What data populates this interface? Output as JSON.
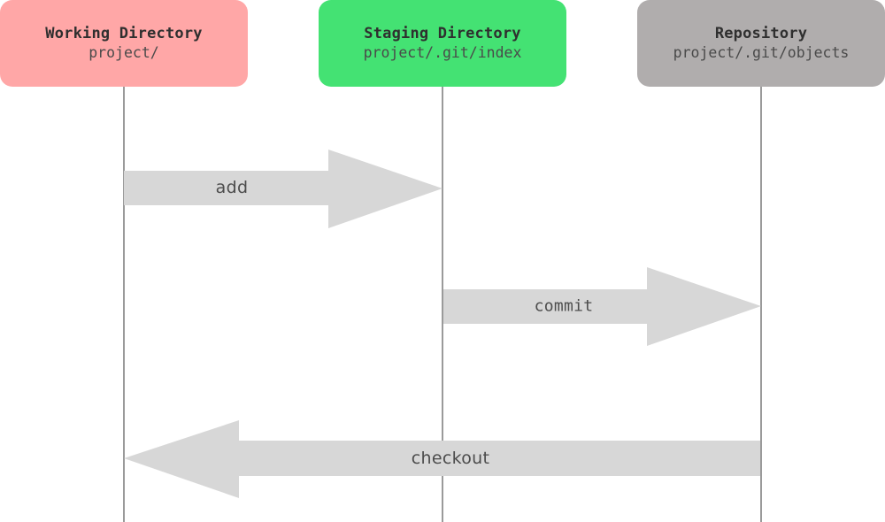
{
  "diagram": {
    "kind": "git-data-flow-sequence",
    "background_color": "#ffffff",
    "arrow_color": "#d7d7d7",
    "lifeline_color": "#9a9a9a"
  },
  "participants": [
    {
      "id": "working",
      "title": "Working Directory",
      "subtitle": "project/",
      "color": "#ffa7a7"
    },
    {
      "id": "staging",
      "title": "Staging Directory",
      "subtitle": "project/.git/index",
      "color": "#44e273"
    },
    {
      "id": "repository",
      "title": "Repository",
      "subtitle": "project/.git/objects",
      "color": "#b0adad"
    }
  ],
  "flows": [
    {
      "id": "add",
      "label": "add",
      "from": "working",
      "to": "staging",
      "direction": "right"
    },
    {
      "id": "commit",
      "label": "commit",
      "from": "staging",
      "to": "repository",
      "direction": "right"
    },
    {
      "id": "checkout",
      "label": "checkout",
      "from": "repository",
      "to": "working",
      "direction": "left"
    }
  ]
}
